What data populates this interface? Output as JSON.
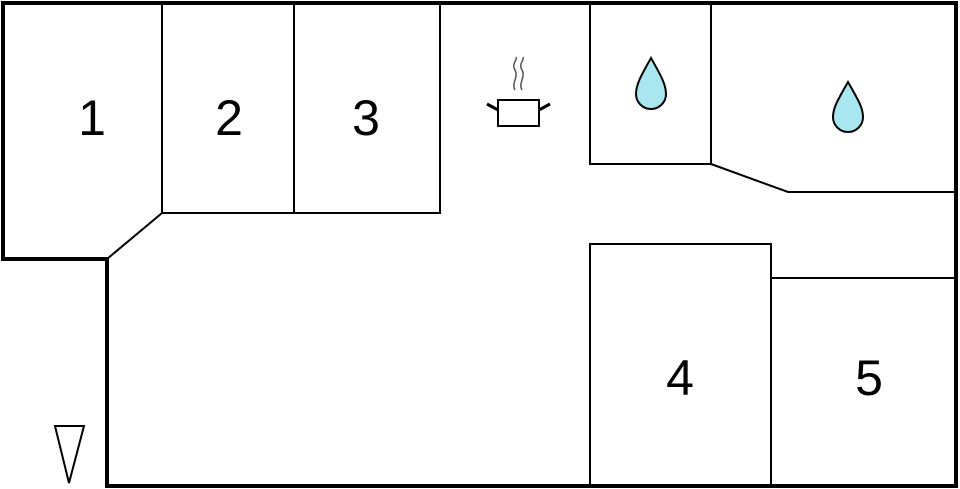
{
  "rooms": [
    {
      "id": "room-1",
      "label": "1"
    },
    {
      "id": "room-2",
      "label": "2"
    },
    {
      "id": "room-3",
      "label": "3"
    },
    {
      "id": "room-4",
      "label": "4"
    },
    {
      "id": "room-5",
      "label": "5"
    }
  ],
  "icons": {
    "kitchen": "cooking-pot-icon",
    "bathroom_1": "water-drop-icon",
    "bathroom_2": "water-drop-icon",
    "entrance": "entrance-triangle-icon"
  },
  "colors": {
    "walls": "#000000",
    "background": "#ffffff",
    "water_fill": "#a8e6f0",
    "icon_stroke": "#000000"
  }
}
